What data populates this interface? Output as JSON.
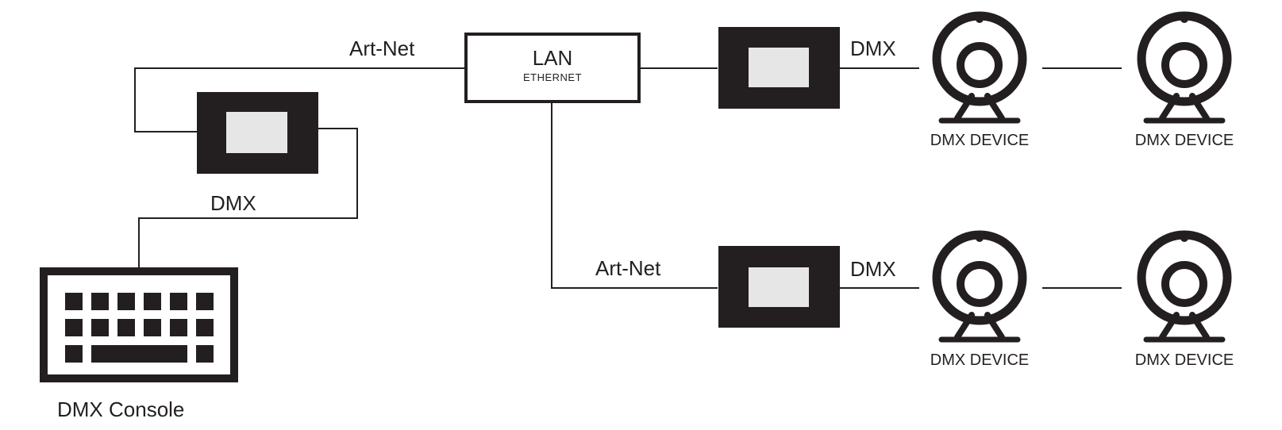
{
  "labels": {
    "artnet_top": "Art-Net",
    "artnet_bottom": "Art-Net",
    "lan": "LAN",
    "ethernet": "ETHERNET",
    "dmx_left": "DMX",
    "dmx_top_right": "DMX",
    "dmx_bottom_right": "DMX",
    "console": "DMX Console",
    "device_1": "DMX DEVICE",
    "device_2": "DMX DEVICE",
    "device_3": "DMX DEVICE",
    "device_4": "DMX DEVICE"
  },
  "colors": {
    "ink": "#231f20",
    "screen": "#e6e6e6",
    "background": "#ffffff"
  },
  "icons": {
    "converter": "dmx-artnet-converter-icon",
    "device": "dmx-device-fixture-icon",
    "console": "dmx-console-keyboard-icon"
  }
}
